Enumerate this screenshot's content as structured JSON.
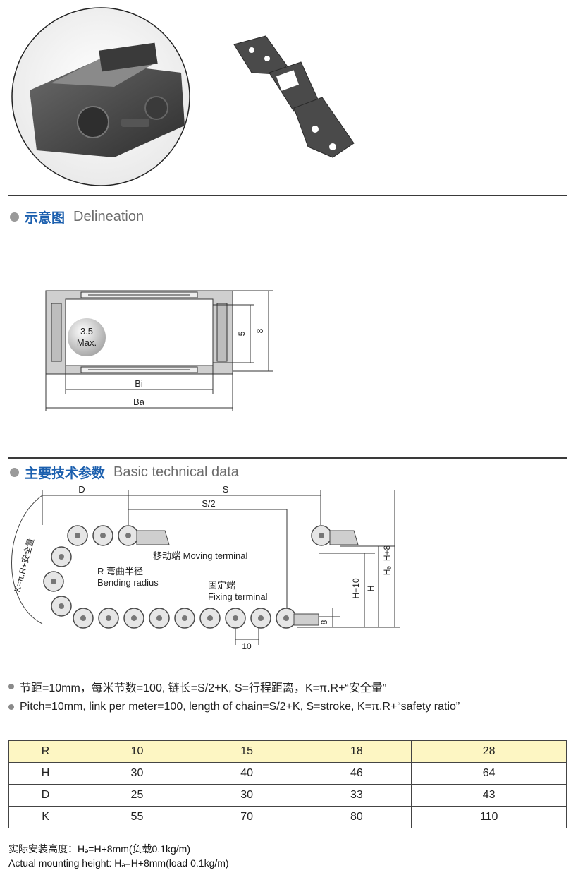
{
  "section_delineation": {
    "cn": "示意图",
    "en": "Delineation"
  },
  "delineation_labels": {
    "bi": "Bi",
    "ba": "Ba",
    "dim_inner": "5",
    "dim_outer": "8",
    "cable_max_line1": "3.5",
    "cable_max_line2": "Max."
  },
  "section_technical": {
    "cn": "主要技术参数",
    "en": "Basic technical data"
  },
  "technical_labels": {
    "d": "D",
    "s": "S",
    "s_half": "S/2",
    "moving_terminal": "移动端 Moving terminal",
    "bending_cn": "R 弯曲半径",
    "bending_en": "Bending radius",
    "fixing_cn": "固定端",
    "fixing_en": "Fixing terminal",
    "k_formula": "K=π.R+安全量",
    "h_minus_10": "H−10",
    "h": "H",
    "hf": "Hₔ=H+8",
    "eight": "8",
    "ten": "10"
  },
  "notes": [
    "节距=10mm，每米节数=100, 链长=S/2+K, S=行程距离，K=π.R+“安全量”",
    "Pitch=10mm, link per meter=100, length of chain=S/2+K, S=stroke, K=π.R+“safety ratio”"
  ],
  "table": {
    "rows": [
      {
        "label": "R",
        "values": [
          "10",
          "15",
          "18",
          "28"
        ]
      },
      {
        "label": "H",
        "values": [
          "30",
          "40",
          "46",
          "64"
        ]
      },
      {
        "label": "D",
        "values": [
          "25",
          "30",
          "33",
          "43"
        ]
      },
      {
        "label": "K",
        "values": [
          "55",
          "70",
          "80",
          "110"
        ]
      }
    ]
  },
  "footer": {
    "cn": "实际安装高度：Hₔ=H+8mm(负载0.1kg/m)",
    "en": "Actual mounting height: Hₔ=H+8mm(load 0.1kg/m)"
  },
  "colors": {
    "accent": "#1b5fae",
    "table_header": "#fdf6c3",
    "chain": "#4a4a4a"
  }
}
